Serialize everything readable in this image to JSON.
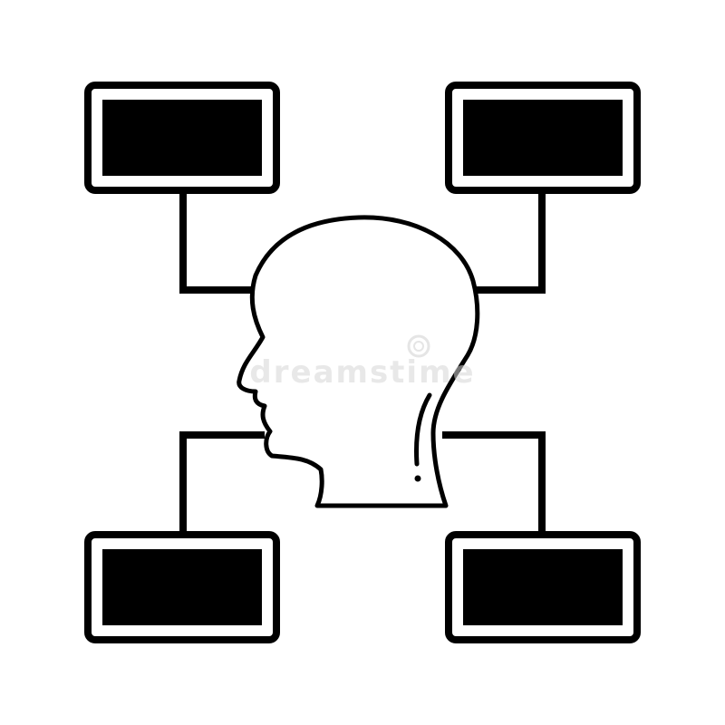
{
  "colors": {
    "background": "#ffffff",
    "stroke": "#000000",
    "fill": "#000000",
    "watermark": "#d8d8d8"
  },
  "diagram": {
    "center_icon": "human-head-profile-icon",
    "boxes": [
      {
        "id": "box-top-left",
        "icon": "filled-rectangle"
      },
      {
        "id": "box-top-right",
        "icon": "filled-rectangle"
      },
      {
        "id": "box-bottom-left",
        "icon": "filled-rectangle"
      },
      {
        "id": "box-bottom-right",
        "icon": "filled-rectangle"
      }
    ]
  },
  "watermark": {
    "text": "dreamstime",
    "icon": "dreamstime-logo-icon"
  }
}
